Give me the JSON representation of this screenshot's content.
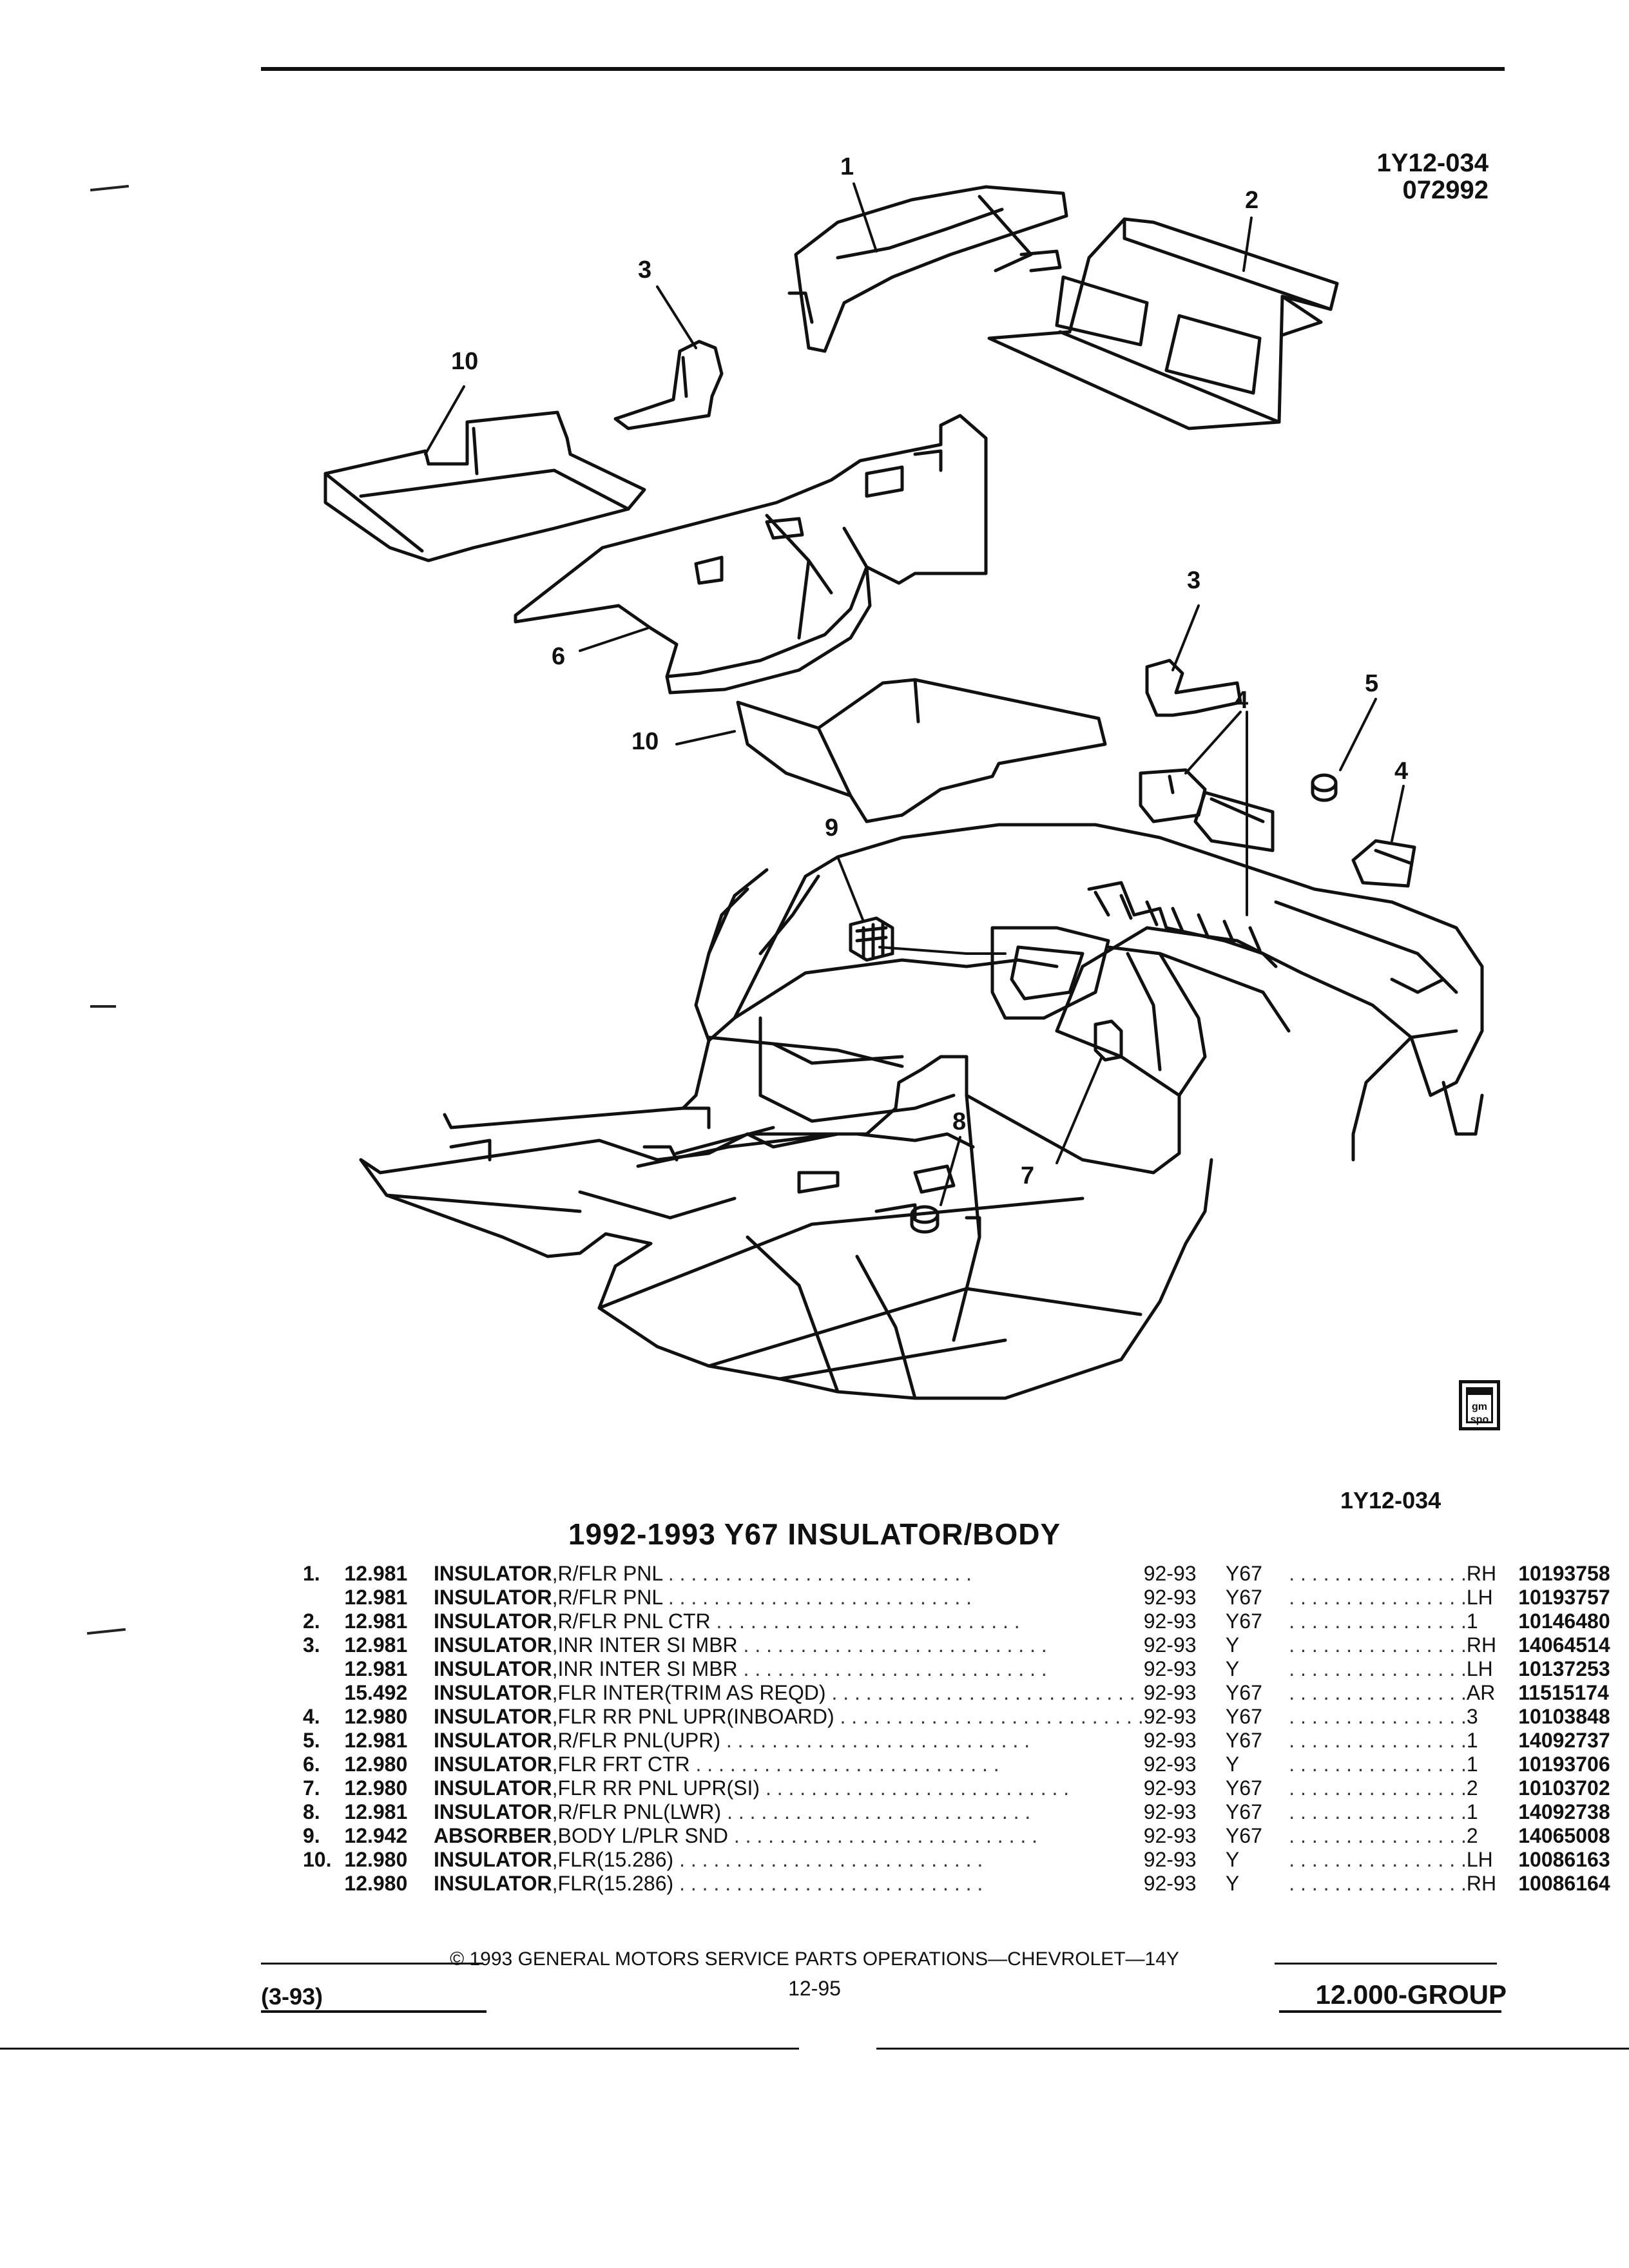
{
  "figure": {
    "ref_line1": "1Y12-034",
    "ref_line2": "072992",
    "bottom_ref": "1Y12-034",
    "callouts": [
      "1",
      "2",
      "3",
      "10",
      "6",
      "3",
      "5",
      "4",
      "10",
      "4",
      "9",
      "8",
      "7"
    ]
  },
  "section_title": "1992-1993 Y67 INSULATOR/BODY",
  "parts": [
    {
      "num": "1.",
      "group": "12.981",
      "name": "INSULATOR",
      "desc": ",R/FLR PNL",
      "years": "92-93",
      "option": "Y67",
      "qty": "RH",
      "part_no": "10193758"
    },
    {
      "num": "",
      "group": "12.981",
      "name": "INSULATOR",
      "desc": ",R/FLR PNL",
      "years": "92-93",
      "option": "Y67",
      "qty": "LH",
      "part_no": "10193757"
    },
    {
      "num": "2.",
      "group": "12.981",
      "name": "INSULATOR",
      "desc": ",R/FLR PNL CTR",
      "years": "92-93",
      "option": "Y67",
      "qty": "1",
      "part_no": "10146480"
    },
    {
      "num": "3.",
      "group": "12.981",
      "name": "INSULATOR",
      "desc": ",INR INTER SI MBR",
      "years": "92-93",
      "option": "Y",
      "qty": "RH",
      "part_no": "14064514"
    },
    {
      "num": "",
      "group": "12.981",
      "name": "INSULATOR",
      "desc": ",INR INTER SI MBR",
      "years": "92-93",
      "option": "Y",
      "qty": "LH",
      "part_no": "10137253"
    },
    {
      "num": "",
      "group": "15.492",
      "name": "INSULATOR",
      "desc": ",FLR INTER(TRIM AS REQD)",
      "years": "92-93",
      "option": "Y67",
      "qty": "AR",
      "part_no": "11515174"
    },
    {
      "num": "4.",
      "group": "12.980",
      "name": "INSULATOR",
      "desc": ",FLR RR PNL UPR(INBOARD)",
      "years": "92-93",
      "option": "Y67",
      "qty": "3",
      "part_no": "10103848"
    },
    {
      "num": "5.",
      "group": "12.981",
      "name": "INSULATOR",
      "desc": ",R/FLR PNL(UPR)",
      "years": "92-93",
      "option": "Y67",
      "qty": "1",
      "part_no": "14092737"
    },
    {
      "num": "6.",
      "group": "12.980",
      "name": "INSULATOR",
      "desc": ",FLR FRT CTR",
      "years": "92-93",
      "option": "Y",
      "qty": "1",
      "part_no": "10193706"
    },
    {
      "num": "7.",
      "group": "12.980",
      "name": "INSULATOR",
      "desc": ",FLR RR PNL UPR(SI)",
      "years": "92-93",
      "option": "Y67",
      "qty": "2",
      "part_no": "10103702"
    },
    {
      "num": "8.",
      "group": "12.981",
      "name": "INSULATOR",
      "desc": ",R/FLR PNL(LWR)",
      "years": "92-93",
      "option": "Y67",
      "qty": "1",
      "part_no": "14092738"
    },
    {
      "num": "9.",
      "group": "12.942",
      "name": "ABSORBER",
      "desc": ",BODY L/PLR SND",
      "years": "92-93",
      "option": "Y67",
      "qty": "2",
      "part_no": "14065008"
    },
    {
      "num": "10.",
      "group": "12.980",
      "name": "INSULATOR",
      "desc": ",FLR(15.286)",
      "years": "92-93",
      "option": "Y",
      "qty": "LH",
      "part_no": "10086163"
    },
    {
      "num": "",
      "group": "12.980",
      "name": "INSULATOR",
      "desc": ",FLR(15.286)",
      "years": "92-93",
      "option": "Y",
      "qty": "RH",
      "part_no": "10086164"
    }
  ],
  "footer": {
    "copyright": "© 1993 GENERAL MOTORS SERVICE PARTS OPERATIONS—CHEVROLET—14Y",
    "page": "12-95",
    "revision": "(3-93)",
    "group": "12.000-GROUP"
  },
  "logo": {
    "text": "gm spo",
    "icon": "gm-spo-logo-icon"
  }
}
